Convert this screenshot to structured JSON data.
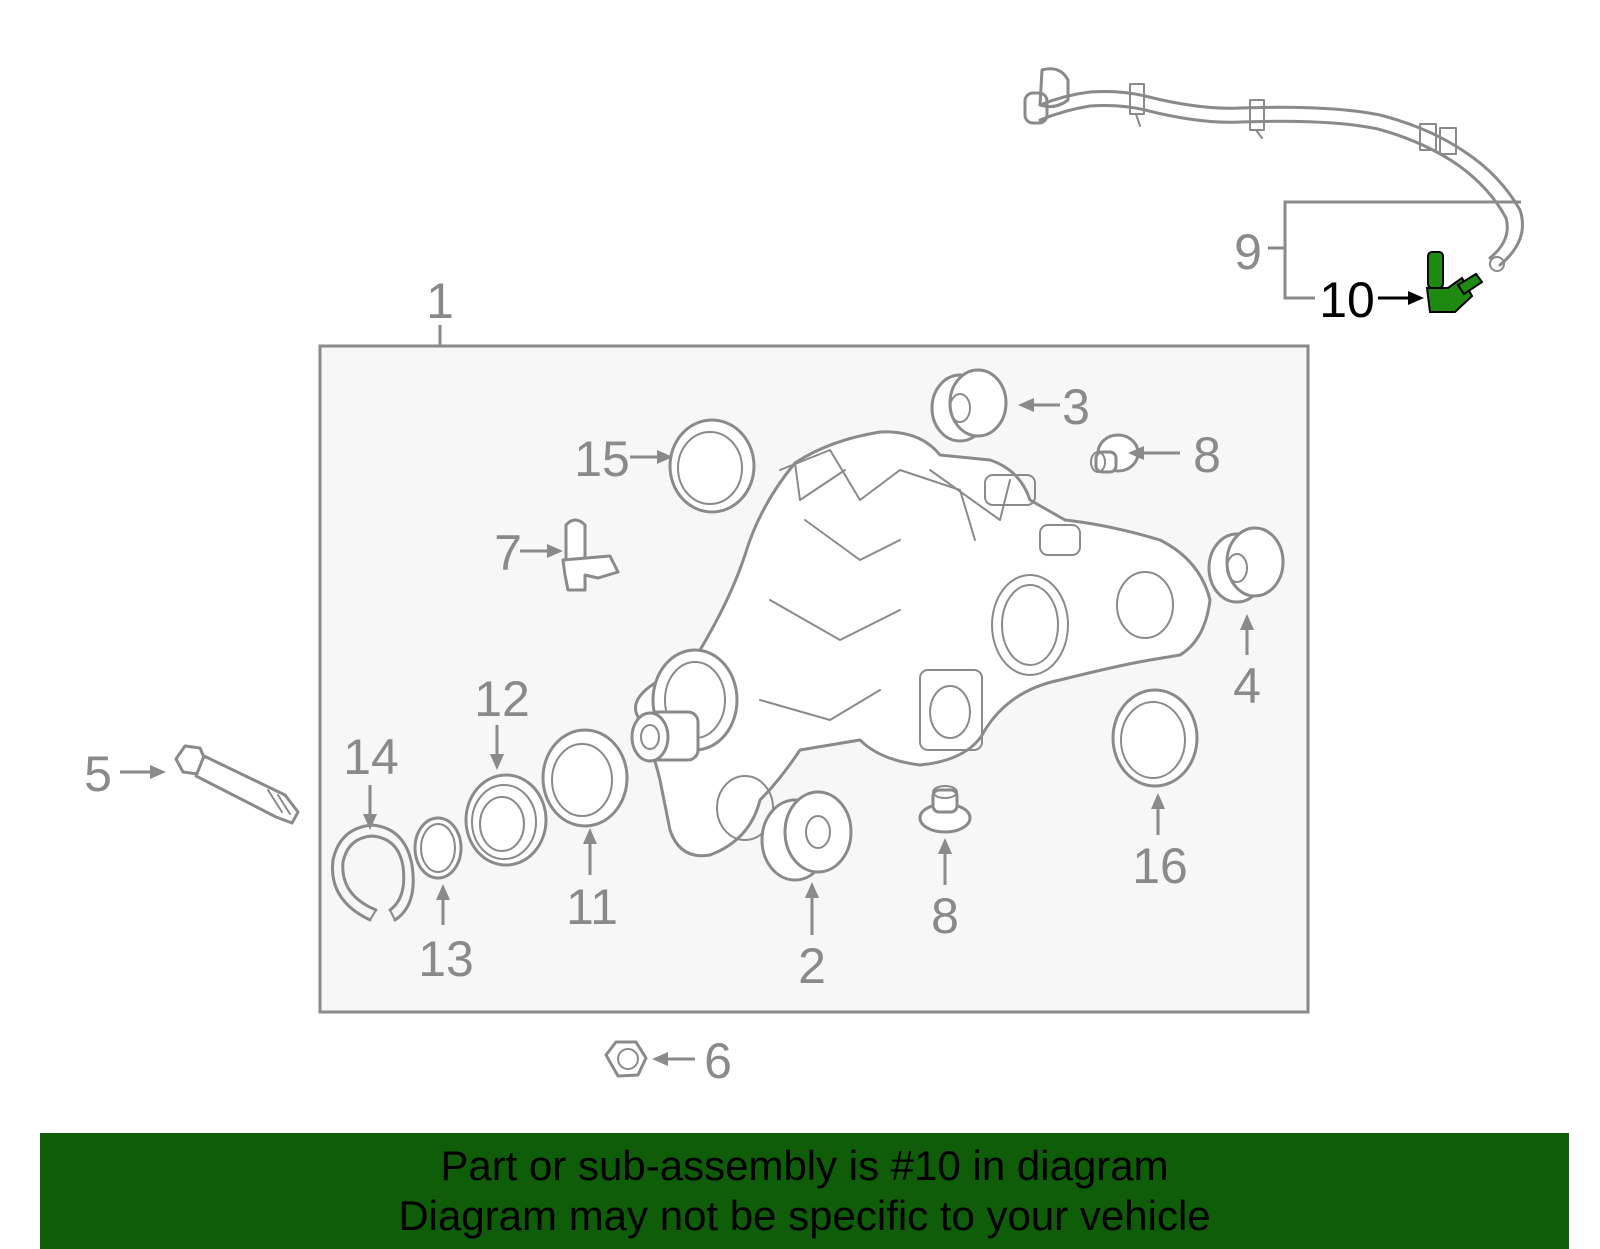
{
  "diagram": {
    "callouts": {
      "c1": "1",
      "c2": "2",
      "c3": "3",
      "c4": "4",
      "c5": "5",
      "c6": "6",
      "c7": "7",
      "c8a": "8",
      "c8b": "8",
      "c9": "9",
      "c10": "10",
      "c11": "11",
      "c12": "12",
      "c13": "13",
      "c14": "14",
      "c15": "15",
      "c16": "16"
    },
    "highlighted_part": "10"
  },
  "colors": {
    "banner_background": "#0f5c09",
    "part_outline": "#8a8a8a",
    "highlight_part": "#1e8a12",
    "panel_background": "#f7f7f7"
  },
  "banner": {
    "line1": "Part or sub-assembly is #10 in diagram",
    "line2": "Diagram may not be specific to your vehicle"
  }
}
